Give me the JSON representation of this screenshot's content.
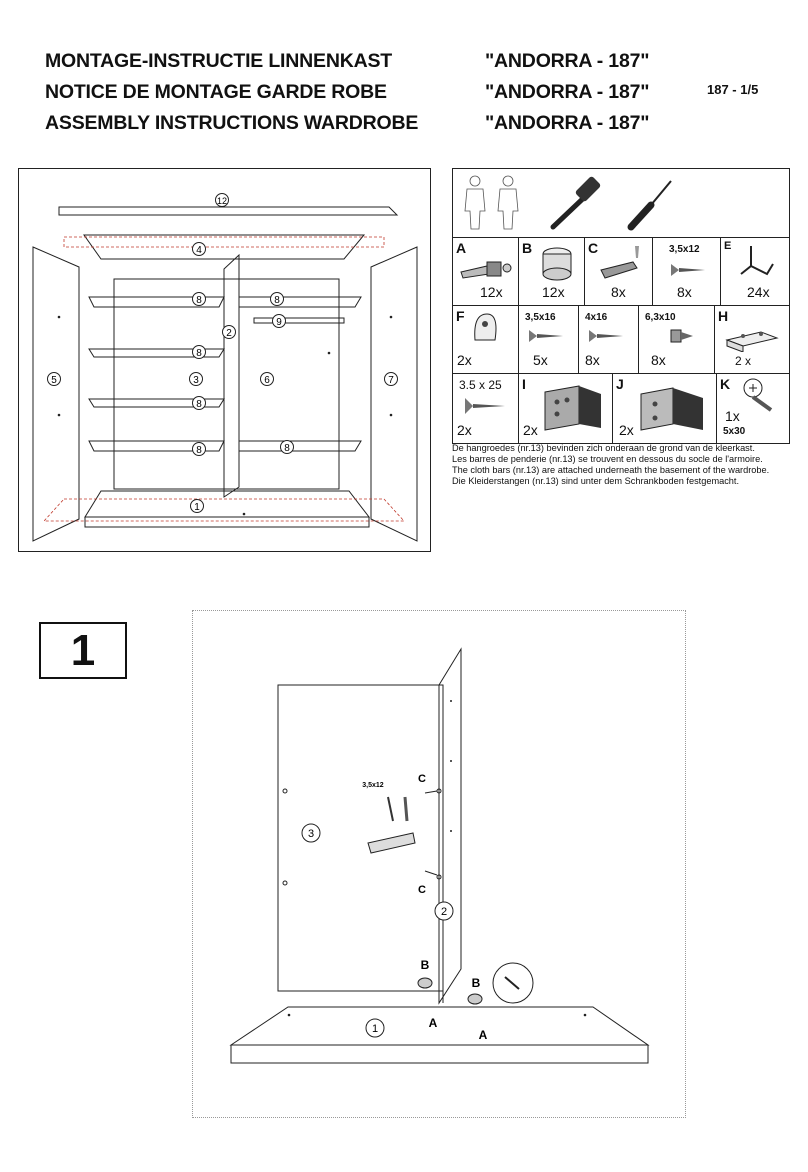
{
  "header": {
    "lines": [
      {
        "text": "MONTAGE-INSTRUCTIE LINNENKAST",
        "model": "\"ANDORRA - 187\""
      },
      {
        "text": "NOTICE DE MONTAGE GARDE ROBE",
        "model": "\"ANDORRA - 187\""
      },
      {
        "text": "ASSEMBLY INSTRUCTIONS WARDROBE",
        "model": "\"ANDORRA - 187\""
      }
    ],
    "page": "187 - 1/5"
  },
  "overview": {
    "part_numbers": [
      "1",
      "2",
      "3",
      "4",
      "5",
      "6",
      "7",
      "8",
      "9",
      "12"
    ]
  },
  "parts": [
    {
      "letter": "A",
      "qty": "12x",
      "size": ""
    },
    {
      "letter": "B",
      "qty": "12x",
      "size": ""
    },
    {
      "letter": "C",
      "qty": "8x",
      "size": ""
    },
    {
      "letter": "",
      "qty": "8x",
      "size": "3,5x12"
    },
    {
      "letter": "E",
      "qty": "24x",
      "size": ""
    },
    {
      "letter": "F",
      "qty": "2x",
      "size": ""
    },
    {
      "letter": "",
      "qty": "5x",
      "size": "3,5x16"
    },
    {
      "letter": "",
      "qty": "8x",
      "size": "4x16"
    },
    {
      "letter": "",
      "qty": "8x",
      "size": "6,3x10"
    },
    {
      "letter": "H",
      "qty": "2 x",
      "size": ""
    },
    {
      "letter": "",
      "qty": "2x",
      "size": "3.5 x 25"
    },
    {
      "letter": "I",
      "qty": "2x",
      "size": ""
    },
    {
      "letter": "J",
      "qty": "2x",
      "size": ""
    },
    {
      "letter": "K",
      "qty": "1x",
      "size": "5x30"
    }
  ],
  "note": [
    "De hangroedes (nr.13) bevinden zich onderaan de grond van de kleerkast.",
    "Les barres de penderie (nr.13) se trouvent en dessous du socle de l'armoire.",
    "The cloth bars (nr.13) are attached underneath the basement of the wardrobe.",
    "Die Kleiderstangen (nr.13) sind unter dem Schrankboden festgemacht."
  ],
  "step": {
    "number": "1",
    "labels": {
      "screw": "3,5x12",
      "c1": "C",
      "c2": "C",
      "b1": "B",
      "b2": "B",
      "a1": "A",
      "a2": "A",
      "p3": "3",
      "p2": "2",
      "p1": "1"
    }
  }
}
